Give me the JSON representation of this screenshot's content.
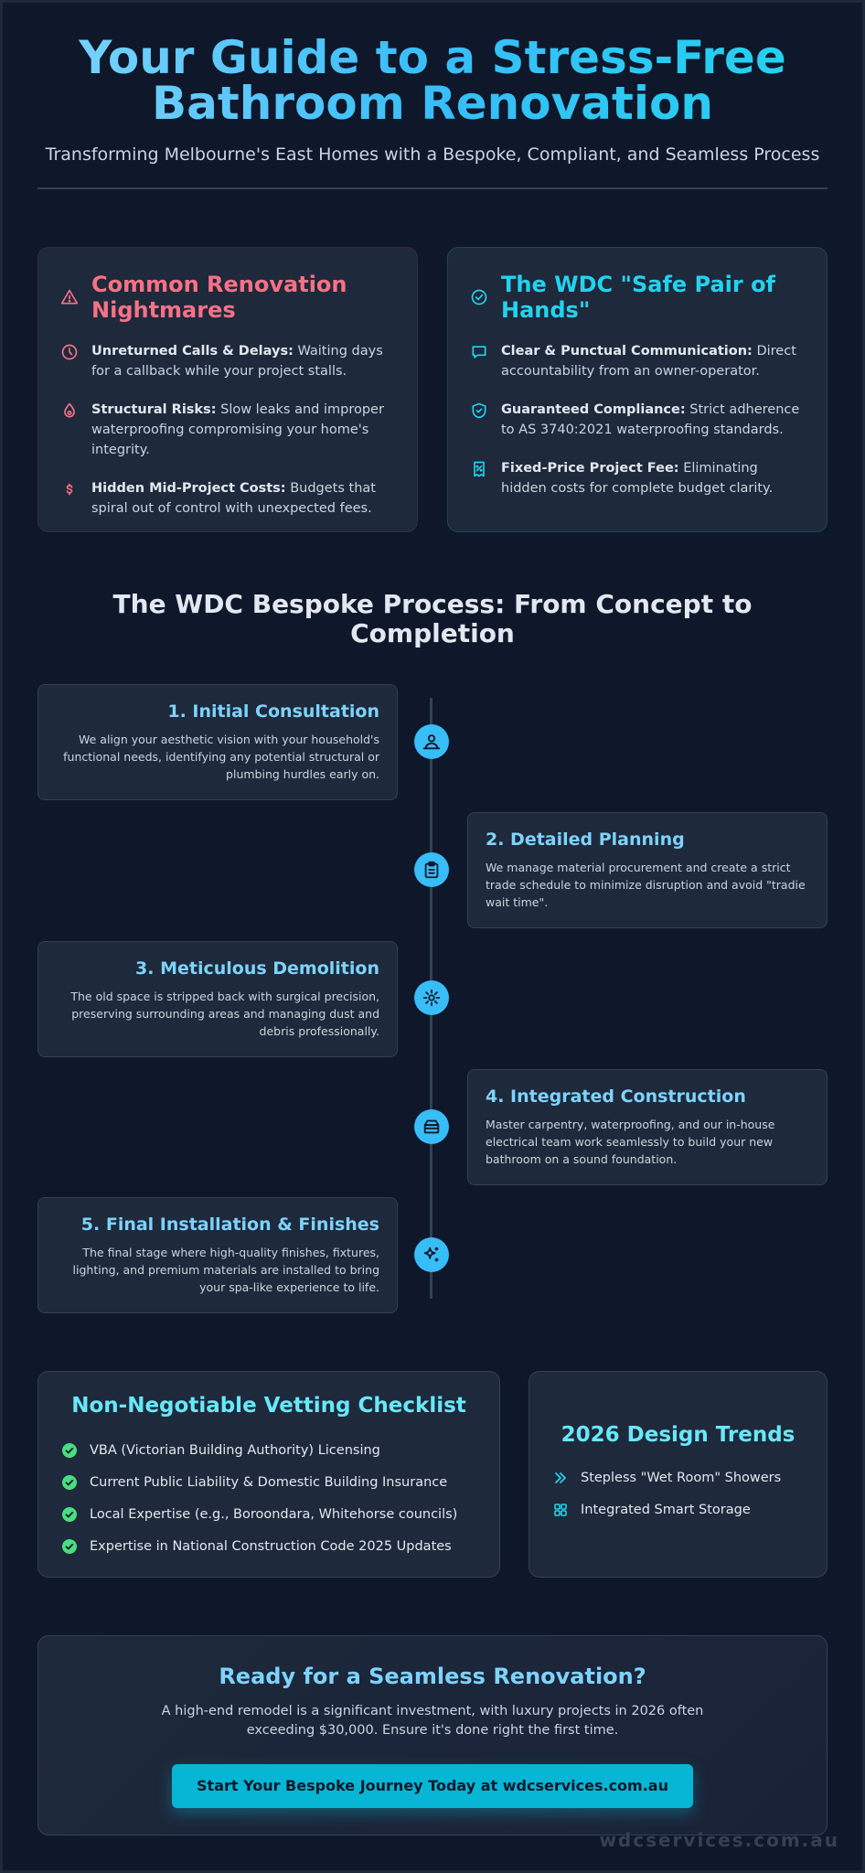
{
  "header": {
    "title_line1": "Your Guide to a Stress-Free",
    "title_line2": "Bathroom Renovation",
    "subtitle": "Transforming Melbourne's East Homes with a Bespoke, Compliant, and Seamless Process"
  },
  "nightmares": {
    "title": "Common Renovation Nightmares",
    "items": [
      {
        "icon": "clock-icon",
        "label": "Unreturned Calls & Delays:",
        "text": "Waiting days for a callback while your project stalls."
      },
      {
        "icon": "droplet-icon",
        "label": "Structural Risks:",
        "text": "Slow leaks and improper waterproofing compromising your home's integrity."
      },
      {
        "icon": "dollar-icon",
        "label": "Hidden Mid-Project Costs:",
        "text": "Budgets that spiral out of control with unexpected fees."
      }
    ]
  },
  "safe_hands": {
    "title": "The WDC \"Safe Pair of Hands\"",
    "items": [
      {
        "icon": "message-icon",
        "label": "Clear & Punctual Communication:",
        "text": "Direct accountability from an owner-operator."
      },
      {
        "icon": "shield-check-icon",
        "label": "Guaranteed Compliance:",
        "text": "Strict adherence to AS 3740:2021 waterproofing standards."
      },
      {
        "icon": "receipt-icon",
        "label": "Fixed-Price Project Fee:",
        "text": "Eliminating hidden costs for complete budget clarity."
      }
    ]
  },
  "process": {
    "title": "The WDC Bespoke Process: From Concept to Completion",
    "steps": [
      {
        "title": "1. Initial Consultation",
        "desc": "We align your aesthetic vision with your household's functional needs, identifying any potential structural or plumbing hurdles early on.",
        "icon": "user-icon"
      },
      {
        "title": "2. Detailed Planning",
        "desc": "We manage material procurement and create a strict trade schedule to minimize disruption and avoid \"tradie wait time\".",
        "icon": "clipboard-icon"
      },
      {
        "title": "3. Meticulous Demolition",
        "desc": "The old space is stripped back with surgical precision, preserving surrounding areas and managing dust and debris professionally.",
        "icon": "gear-icon"
      },
      {
        "title": "4. Integrated Construction",
        "desc": "Master carpentry, waterproofing, and our in-house electrical team work seamlessly to build your new bathroom on a sound foundation.",
        "icon": "layers-icon"
      },
      {
        "title": "5. Final Installation & Finishes",
        "desc": "The final stage where high-quality finishes, fixtures, lighting, and premium materials are installed to bring your spa-like experience to life.",
        "icon": "sparkle-icon"
      }
    ]
  },
  "checklist": {
    "title": "Non-Negotiable Vetting Checklist",
    "items": [
      "VBA (Victorian Building Authority) Licensing",
      "Current Public Liability & Domestic Building Insurance",
      "Local Expertise (e.g., Boroondara, Whitehorse councils)",
      "Expertise in National Construction Code 2025 Updates"
    ]
  },
  "trends": {
    "title": "2026 Design Trends",
    "items": [
      {
        "icon": "chevrons-right-icon",
        "text": "Stepless \"Wet Room\" Showers"
      },
      {
        "icon": "grid-icon",
        "text": "Integrated Smart Storage"
      }
    ]
  },
  "cta": {
    "title": "Ready for a Seamless Renovation?",
    "text": "A high-end remodel is a significant investment, with luxury projects in 2026 often exceeding $30,000. Ensure it's done right the first time.",
    "button": "Start Your Bespoke Journey Today at wdcservices.com.au"
  },
  "watermark": "wdcservices.com.au",
  "colors": {
    "background": "#0f172a",
    "card": "#1e293b",
    "accent": "#38bdf8",
    "danger": "#f87185",
    "success": "#4ade80",
    "cta_button": "#06b6d4"
  }
}
